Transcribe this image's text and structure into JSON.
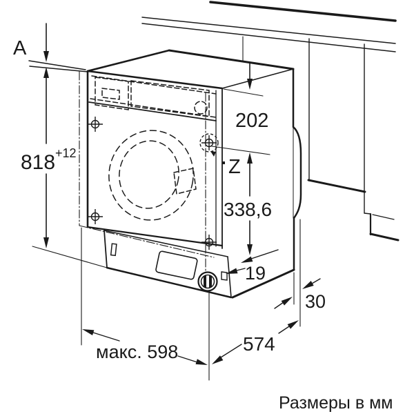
{
  "diagram": {
    "type": "appliance-installation-drawing",
    "units_note": "Размеры в мм",
    "labels": {
      "gap": "A",
      "niche_height": "818",
      "niche_height_tolerance": "+12",
      "top_offset": "202",
      "z_point": "Z",
      "z_distance": "338,6",
      "door_gap": "19",
      "rear_clearance": "30",
      "max_door_width": "макс. 598",
      "depth": "574"
    },
    "colors": {
      "line": "#1a1a1a",
      "background": "#ffffff"
    }
  }
}
